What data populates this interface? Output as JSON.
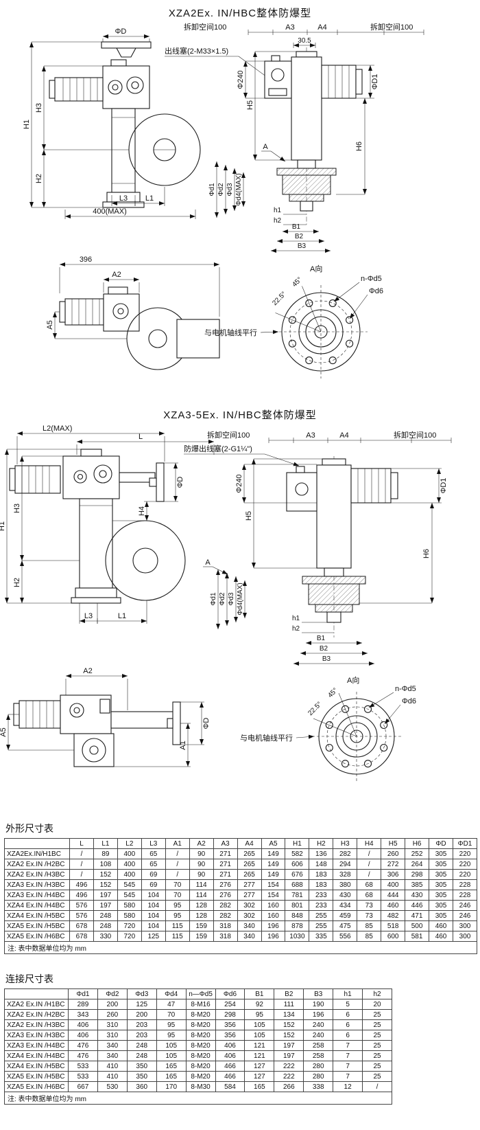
{
  "colors": {
    "ink": "#1a1a1a",
    "paper": "#ffffff"
  },
  "titles": {
    "section1": "XZA2Ex. IN/HBC整体防爆型",
    "section2": "XZA3-5Ex. IN/HBC整体防爆型"
  },
  "d1": {
    "phiD": "ΦD",
    "outlet": "出线塞(2-M33×1.5)",
    "H1": "H1",
    "H3": "H3",
    "H2": "H2",
    "L3": "L3",
    "L1": "L1",
    "max400": "400(MAX)",
    "space_left": "拆卸空间100",
    "A3": "A3",
    "A4": "A4",
    "space_right": "拆卸空间100",
    "d305": "30.5",
    "phi240": "Φ240",
    "H5": "H5",
    "H6": "H6",
    "phiD1": "ΦD1",
    "phid1": "Φd1",
    "phid2": "Φd2",
    "phid3": "Φd3",
    "phid4": "Φd4(MAX)",
    "A": "A",
    "h1": "h1",
    "h2": "h2",
    "B1": "B1",
    "B2": "B2",
    "B3": "B3"
  },
  "d2": {
    "w396": "396",
    "A2": "A2",
    "A5": "A5",
    "Aview": "A向",
    "deg45": "45°",
    "deg225": "22.5°",
    "nphid5": "n-Φd5",
    "phid6": "Φd6",
    "parallel": "与电机轴线平行"
  },
  "d3": {
    "L2": "L2(MAX)",
    "L": "L",
    "space_left": "拆卸空间100",
    "A3": "A3",
    "A4": "A4",
    "space_right": "拆卸空间100",
    "outlet": "防爆出线塞(2-G1¼\")",
    "phi240": "Φ240",
    "phiD1": "ΦD1",
    "H4": "H4",
    "phiD": "ΦD",
    "H1": "H1",
    "H3": "H3",
    "H2": "H2",
    "H5": "H5",
    "H6": "H6",
    "A": "A",
    "phid1": "Φd1",
    "phid2": "Φd2",
    "phid3": "Φd3",
    "phid4": "Φd4(MAX)",
    "L3": "L3",
    "L1": "L1",
    "h1": "h1",
    "h2": "h2",
    "B1": "B1",
    "B2": "B2",
    "B3": "B3"
  },
  "d4": {
    "A2": "A2",
    "A5": "A5",
    "A1": "A1",
    "phiD": "ΦD",
    "Aview": "A向",
    "deg45": "45°",
    "deg225": "22.5°",
    "nphid5": "n-Φd5",
    "phid6": "Φd6",
    "parallel": "与电机轴线平行"
  },
  "table1": {
    "caption": "外形尺寸表",
    "headers": [
      "",
      "L",
      "L1",
      "L2",
      "L3",
      "A1",
      "A2",
      "A3",
      "A4",
      "A5",
      "H1",
      "H2",
      "H3",
      "H4",
      "H5",
      "H6",
      "ΦD",
      "ΦD1"
    ],
    "rows": [
      [
        "XZA2Ex.IN/H1BC",
        "/",
        "89",
        "400",
        "65",
        "/",
        "90",
        "271",
        "265",
        "149",
        "582",
        "136",
        "282",
        "/",
        "260",
        "252",
        "305",
        "220"
      ],
      [
        "XZA2 Ex.IN /H2BC",
        "/",
        "108",
        "400",
        "65",
        "/",
        "90",
        "271",
        "265",
        "149",
        "606",
        "148",
        "294",
        "/",
        "272",
        "264",
        "305",
        "220"
      ],
      [
        "XZA2 Ex.IN /H3BC",
        "/",
        "152",
        "400",
        "69",
        "/",
        "90",
        "271",
        "265",
        "149",
        "676",
        "183",
        "328",
        "/",
        "306",
        "298",
        "305",
        "220"
      ],
      [
        "XZA3 Ex.IN /H3BC",
        "496",
        "152",
        "545",
        "69",
        "70",
        "114",
        "276",
        "277",
        "154",
        "688",
        "183",
        "380",
        "68",
        "400",
        "385",
        "305",
        "228"
      ],
      [
        "XZA3 Ex.IN /H4BC",
        "496",
        "197",
        "545",
        "104",
        "70",
        "114",
        "276",
        "277",
        "154",
        "781",
        "233",
        "430",
        "68",
        "444",
        "430",
        "305",
        "228"
      ],
      [
        "XZA4 Ex.IN /H4BC",
        "576",
        "197",
        "580",
        "104",
        "95",
        "128",
        "282",
        "302",
        "160",
        "801",
        "233",
        "434",
        "73",
        "460",
        "446",
        "305",
        "246"
      ],
      [
        "XZA4 Ex.IN /H5BC",
        "576",
        "248",
        "580",
        "104",
        "95",
        "128",
        "282",
        "302",
        "160",
        "848",
        "255",
        "459",
        "73",
        "482",
        "471",
        "305",
        "246"
      ],
      [
        "XZA5 Ex.IN /H5BC",
        "678",
        "248",
        "720",
        "104",
        "115",
        "159",
        "318",
        "340",
        "196",
        "878",
        "255",
        "475",
        "85",
        "518",
        "500",
        "460",
        "300"
      ],
      [
        "XZA5 Ex.IN /H6BC",
        "678",
        "330",
        "720",
        "125",
        "115",
        "159",
        "318",
        "340",
        "196",
        "1030",
        "335",
        "556",
        "85",
        "600",
        "581",
        "460",
        "300"
      ]
    ],
    "note": "注: 表中数据单位均为 mm"
  },
  "table2": {
    "caption": "连接尺寸表",
    "headers": [
      "",
      "Φd1",
      "Φd2",
      "Φd3",
      "Φd4",
      "n—Φd5",
      "Φd6",
      "B1",
      "B2",
      "B3",
      "h1",
      "h2"
    ],
    "rows": [
      [
        "XZA2 Ex.IN /H1BC",
        "289",
        "200",
        "125",
        "47",
        "8-M16",
        "254",
        "92",
        "111",
        "190",
        "5",
        "20"
      ],
      [
        "XZA2 Ex.IN /H2BC",
        "343",
        "260",
        "200",
        "70",
        "8-M20",
        "298",
        "95",
        "134",
        "196",
        "6",
        "25"
      ],
      [
        "XZA2 Ex.IN /H3BC",
        "406",
        "310",
        "203",
        "95",
        "8-M20",
        "356",
        "105",
        "152",
        "240",
        "6",
        "25"
      ],
      [
        "XZA3 Ex.IN /H3BC",
        "406",
        "310",
        "203",
        "95",
        "8-M20",
        "356",
        "105",
        "152",
        "240",
        "6",
        "25"
      ],
      [
        "XZA3 Ex.IN /H4BC",
        "476",
        "340",
        "248",
        "105",
        "8-M20",
        "406",
        "121",
        "197",
        "258",
        "7",
        "25"
      ],
      [
        "XZA4 Ex.IN /H4BC",
        "476",
        "340",
        "248",
        "105",
        "8-M20",
        "406",
        "121",
        "197",
        "258",
        "7",
        "25"
      ],
      [
        "XZA4 Ex.IN /H5BC",
        "533",
        "410",
        "350",
        "165",
        "8-M20",
        "466",
        "127",
        "222",
        "280",
        "7",
        "25"
      ],
      [
        "XZA5 Ex.IN /H5BC",
        "533",
        "410",
        "350",
        "165",
        "8-M20",
        "466",
        "127",
        "222",
        "280",
        "7",
        "25"
      ],
      [
        "XZA5 Ex.IN /H6BC",
        "667",
        "530",
        "360",
        "170",
        "8-M30",
        "584",
        "165",
        "266",
        "338",
        "12",
        "/"
      ]
    ],
    "note": "注: 表中数据单位均为 mm"
  }
}
